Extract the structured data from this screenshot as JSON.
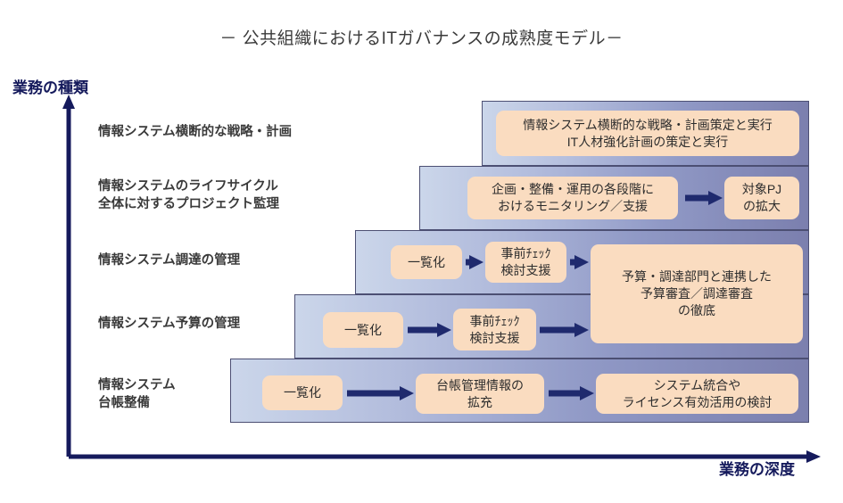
{
  "title": "－ 公共組織におけるITガバナンスの成熟度モデル－",
  "axes": {
    "y_label": "業務の種類",
    "x_label": "業務の深度",
    "axis_color": "#151a5c"
  },
  "colors": {
    "step_gradient_left": "#cbd6ea",
    "step_gradient_right": "#7b7fae",
    "step_border": "#4c4f73",
    "box_fill": "#fadcc0",
    "arrow": "#1f2a6e",
    "label_text": "#3a3a3a"
  },
  "rows": [
    {
      "id": "row-strategy-plan",
      "label": "情報システム横断的な戦略・計画",
      "boxes": [
        {
          "id": "box-strategy-exec",
          "text": "情報システム横断的な戦略・計画策定と実行\nIT人材強化計画の策定と実行"
        }
      ]
    },
    {
      "id": "row-lifecycle-pmo",
      "label": "情報システムのライフサイクル\n全体に対するプロジェクト監理",
      "boxes": [
        {
          "id": "box-monitoring",
          "text": "企画・整備・運用の各段階に\nおけるモニタリング／支援"
        },
        {
          "id": "box-target-pj",
          "text": "対象PJ\nの拡大"
        }
      ]
    },
    {
      "id": "row-procurement-mgmt",
      "label": "情報システム調達の管理",
      "boxes": [
        {
          "id": "box-list-3",
          "text": "一覧化"
        },
        {
          "id": "box-precheck-3",
          "text": "事前ﾁｪｯｸ\n検討支援"
        },
        {
          "id": "box-budget-review",
          "text": "予算・調達部門と連携した\n予算審査／調達審査\nの徹底"
        }
      ]
    },
    {
      "id": "row-budget-mgmt",
      "label": "情報システム予算の管理",
      "boxes": [
        {
          "id": "box-list-4",
          "text": "一覧化"
        },
        {
          "id": "box-precheck-4",
          "text": "事前ﾁｪｯｸ\n検討支援"
        }
      ]
    },
    {
      "id": "row-ledger-prep",
      "label": "情報システム\n台帳整備",
      "boxes": [
        {
          "id": "box-list-5",
          "text": "一覧化"
        },
        {
          "id": "box-ledger-expand",
          "text": "台帳管理情報の\n拡充"
        },
        {
          "id": "box-system-integration",
          "text": "システム統合や\nライセンス有効活用の検討"
        }
      ]
    }
  ]
}
